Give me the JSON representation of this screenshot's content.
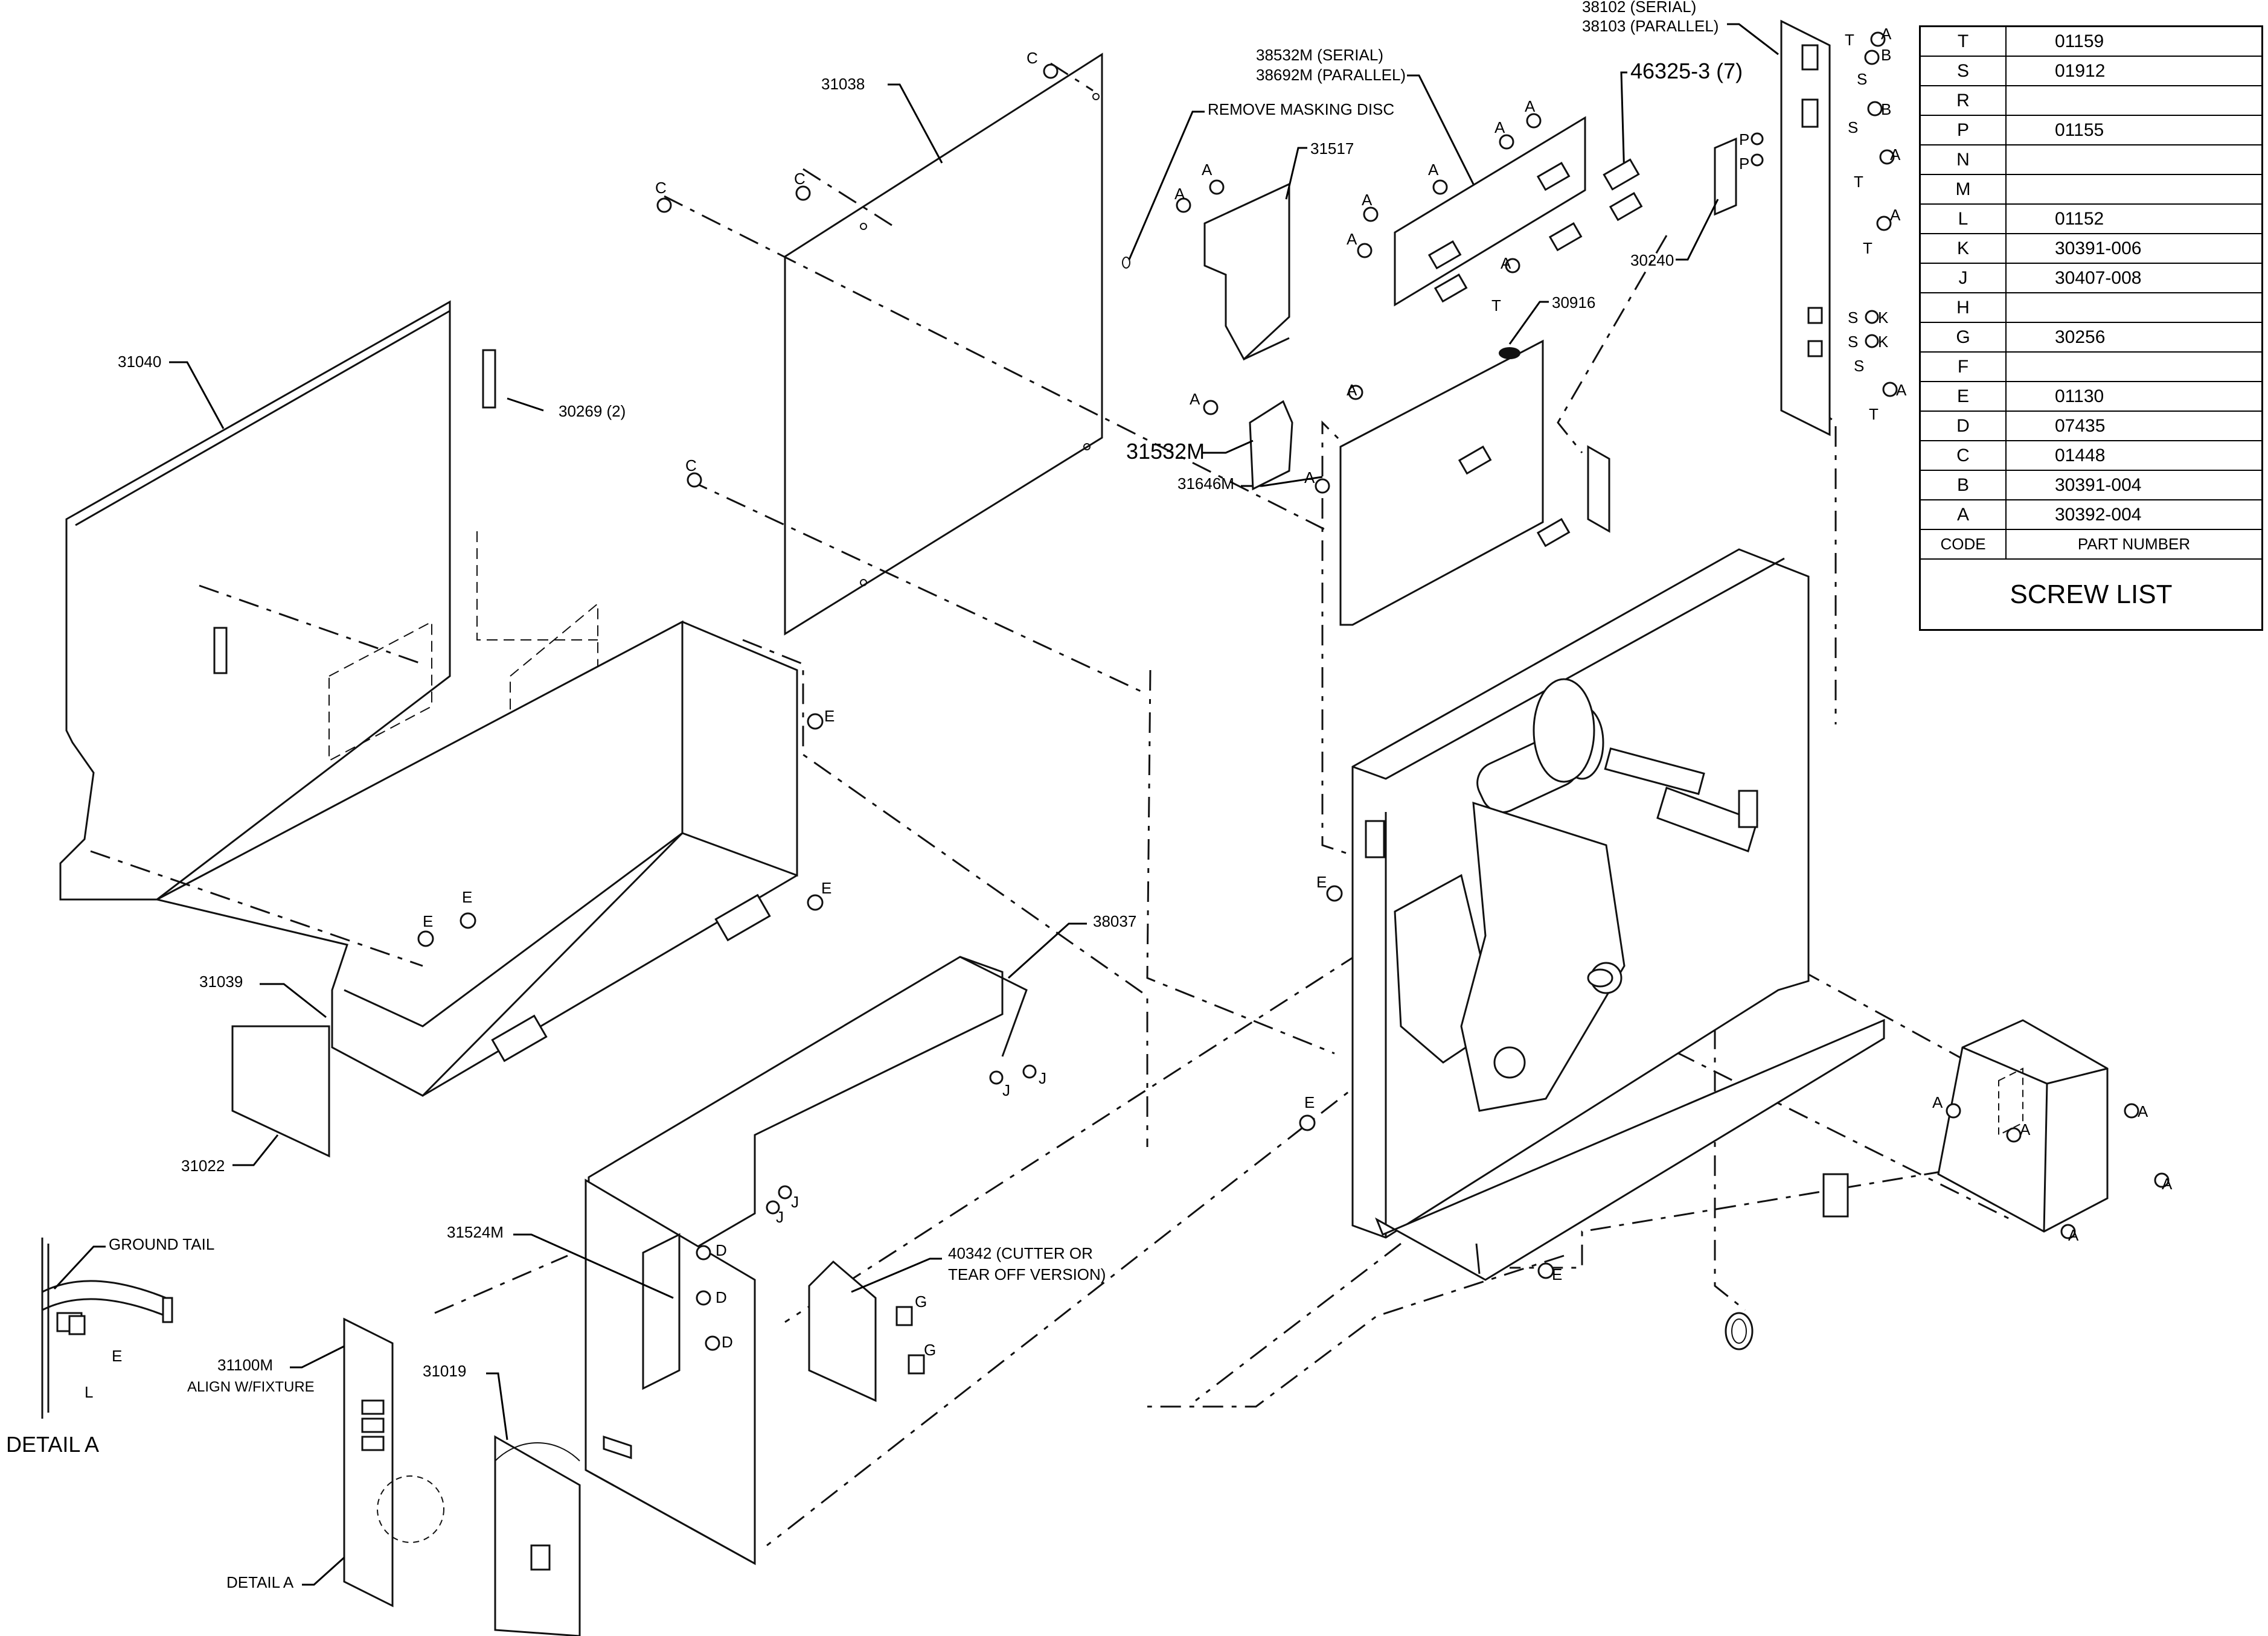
{
  "screw_list": {
    "title": "SCREW LIST",
    "col_code": "CODE",
    "col_part": "PART NUMBER",
    "rows": [
      {
        "code": "T",
        "part": "01159"
      },
      {
        "code": "S",
        "part": "01912"
      },
      {
        "code": "R",
        "part": ""
      },
      {
        "code": "P",
        "part": "01155"
      },
      {
        "code": "N",
        "part": ""
      },
      {
        "code": "M",
        "part": ""
      },
      {
        "code": "L",
        "part": "01152"
      },
      {
        "code": "K",
        "part": "30391-006"
      },
      {
        "code": "J",
        "part": "30407-008"
      },
      {
        "code": "H",
        "part": ""
      },
      {
        "code": "G",
        "part": "30256"
      },
      {
        "code": "F",
        "part": ""
      },
      {
        "code": "E",
        "part": "01130"
      },
      {
        "code": "D",
        "part": "07435"
      },
      {
        "code": "C",
        "part": "01448"
      },
      {
        "code": "B",
        "part": "30391-004"
      },
      {
        "code": "A",
        "part": "30392-004"
      }
    ]
  },
  "labels": {
    "p31040": "31040",
    "p30269": "30269 (2)",
    "p31038": "31038",
    "remove_masking": "REMOVE MASKING DISC",
    "p31517": "31517",
    "p38532": "38532M (SERIAL)",
    "p38692": "38692M (PARALLEL)",
    "p38102": "38102 (SERIAL)",
    "p38103": "38103 (PARALLEL)",
    "p46325": "46325-3 (7)",
    "p30240": "30240",
    "p30916": "30916",
    "p31532": "31532M",
    "p31646": "31646M",
    "p31039": "31039",
    "p31022": "31022",
    "p38037": "38037",
    "p31524": "31524M",
    "p40342a": "40342 (CUTTER OR",
    "p40342b": "TEAR OFF VERSION)",
    "p31100": "31100M",
    "align": "ALIGN W/FIXTURE",
    "p31019": "31019",
    "detail_a_ref": "DETAIL A",
    "ground_tail": "GROUND TAIL",
    "detail_a_title": "DETAIL A"
  },
  "screw_codes": {
    "c": "C",
    "a": "A",
    "b": "B",
    "s": "S",
    "t": "T",
    "p": "P",
    "k": "K",
    "e": "E",
    "j": "J",
    "d": "D",
    "g": "G",
    "l": "L"
  }
}
